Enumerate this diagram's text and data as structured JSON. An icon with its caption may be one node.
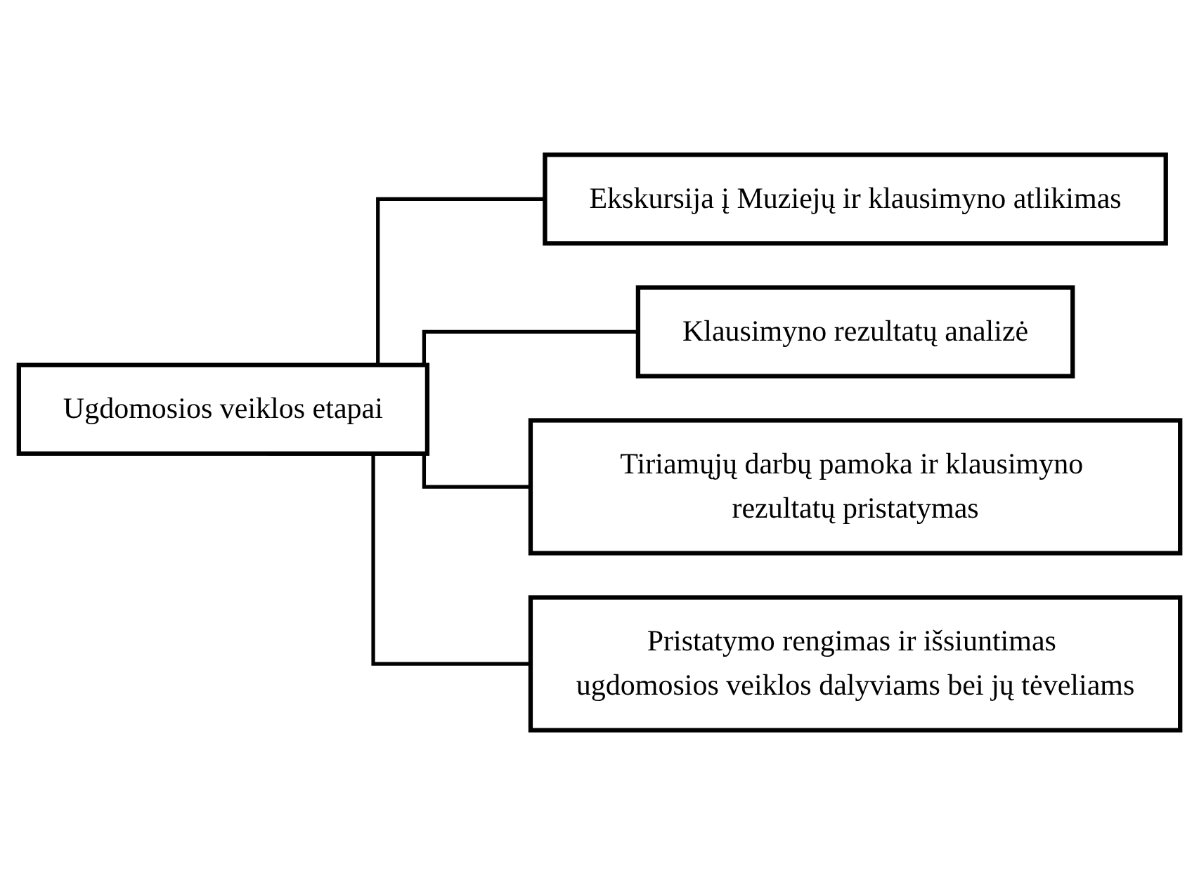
{
  "diagram": {
    "nodes": [
      {
        "text": [
          "Ugdomosios veiklos etapai"
        ]
      },
      {
        "text": [
          "Ekskursija į Muziejų ir klausimyno atlikimas"
        ]
      },
      {
        "text": [
          "Klausimyno rezultatų analizė"
        ]
      },
      {
        "text": [
          "Tiriamųjų darbų pamoka ir klausimyno rezultatų pristatymas"
        ]
      },
      {
        "text": [
          "Pristatymo rengimas ir išsiuntimas ugdomosios veiklos dalyviams bei jų tėveliams"
        ]
      }
    ],
    "edges": [
      {
        "from": 0,
        "to": 1,
        "arrow": "none"
      },
      {
        "from": 0,
        "to": 2,
        "arrow": "none"
      },
      {
        "from": 0,
        "to": 3,
        "arrow": "none"
      },
      {
        "from": 0,
        "to": 4,
        "arrow": "none"
      }
    ]
  }
}
